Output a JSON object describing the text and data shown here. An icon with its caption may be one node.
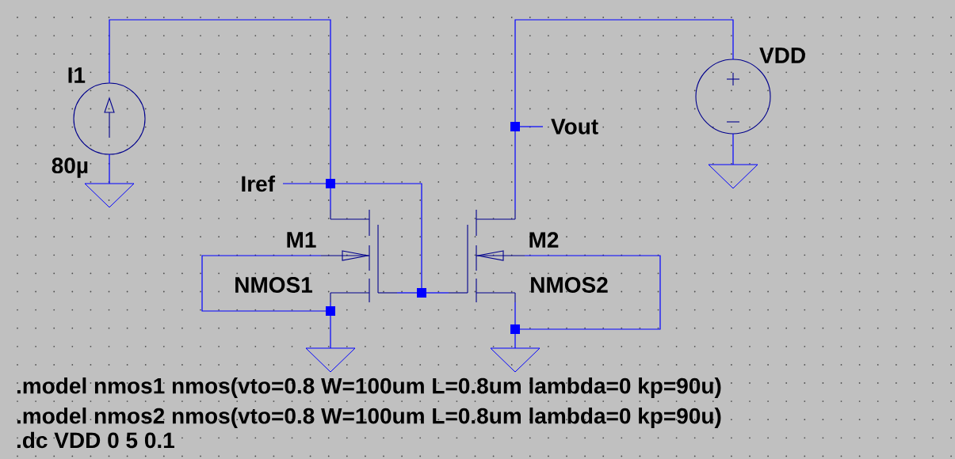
{
  "diagram": {
    "nodes": [
      {
        "text": [
          "I1",
          "80µ"
        ]
      },
      {
        "text": [
          "Iref"
        ]
      },
      {
        "text": [
          "M1",
          "NMOS1"
        ]
      },
      {
        "text": [
          "M2",
          "NMOS2"
        ]
      },
      {
        "text": [
          "Vout"
        ]
      },
      {
        "text": [
          "VDD"
        ]
      },
      {
        "text": [],
        "shape": "triangle"
      },
      {
        "text": [],
        "shape": "triangle"
      },
      {
        "text": [],
        "shape": "triangle"
      },
      {
        "text": [],
        "shape": "triangle"
      },
      {
        "text": [],
        "shape": "box"
      },
      {
        "text": [],
        "shape": "box"
      },
      {
        "text": [],
        "shape": "box"
      },
      {
        "text": [],
        "shape": "box"
      },
      {
        "text": [],
        "shape": "box"
      }
    ],
    "edges": [
      {
        "from": 0,
        "to": 11,
        "arrow": "none"
      },
      {
        "from": 1,
        "to": 11,
        "arrow": "none"
      },
      {
        "from": 11,
        "to": 2,
        "arrow": "none"
      },
      {
        "from": 11,
        "to": 12,
        "arrow": "none"
      },
      {
        "from": 2,
        "to": 12,
        "arrow": "none"
      },
      {
        "from": 12,
        "to": 3,
        "arrow": "none"
      },
      {
        "from": 0,
        "to": 6,
        "arrow": "none"
      },
      {
        "from": 2,
        "to": 13,
        "arrow": "none"
      },
      {
        "from": 2,
        "to": 13,
        "arrow": "none"
      },
      {
        "from": 13,
        "to": 7,
        "arrow": "none"
      },
      {
        "from": 3,
        "to": 10,
        "arrow": "none"
      },
      {
        "from": 10,
        "to": 4,
        "arrow": "none"
      },
      {
        "from": 10,
        "to": 5,
        "arrow": "none"
      },
      {
        "from": 3,
        "to": 14,
        "arrow": "none"
      },
      {
        "from": 3,
        "to": 14,
        "arrow": "none"
      },
      {
        "from": 14,
        "to": 8,
        "arrow": "none"
      },
      {
        "from": 5,
        "to": 9,
        "arrow": "none"
      }
    ],
    "labels": [
      ".model nmos1 nmos(vto=0.8 W=100um L=0.8um lambda=0 kp=90u)",
      ".model nmos2 nmos(vto=0.8 W=100um L=0.8um lambda=0 kp=90u)",
      ".dc VDD 0 5 0.1"
    ]
  }
}
